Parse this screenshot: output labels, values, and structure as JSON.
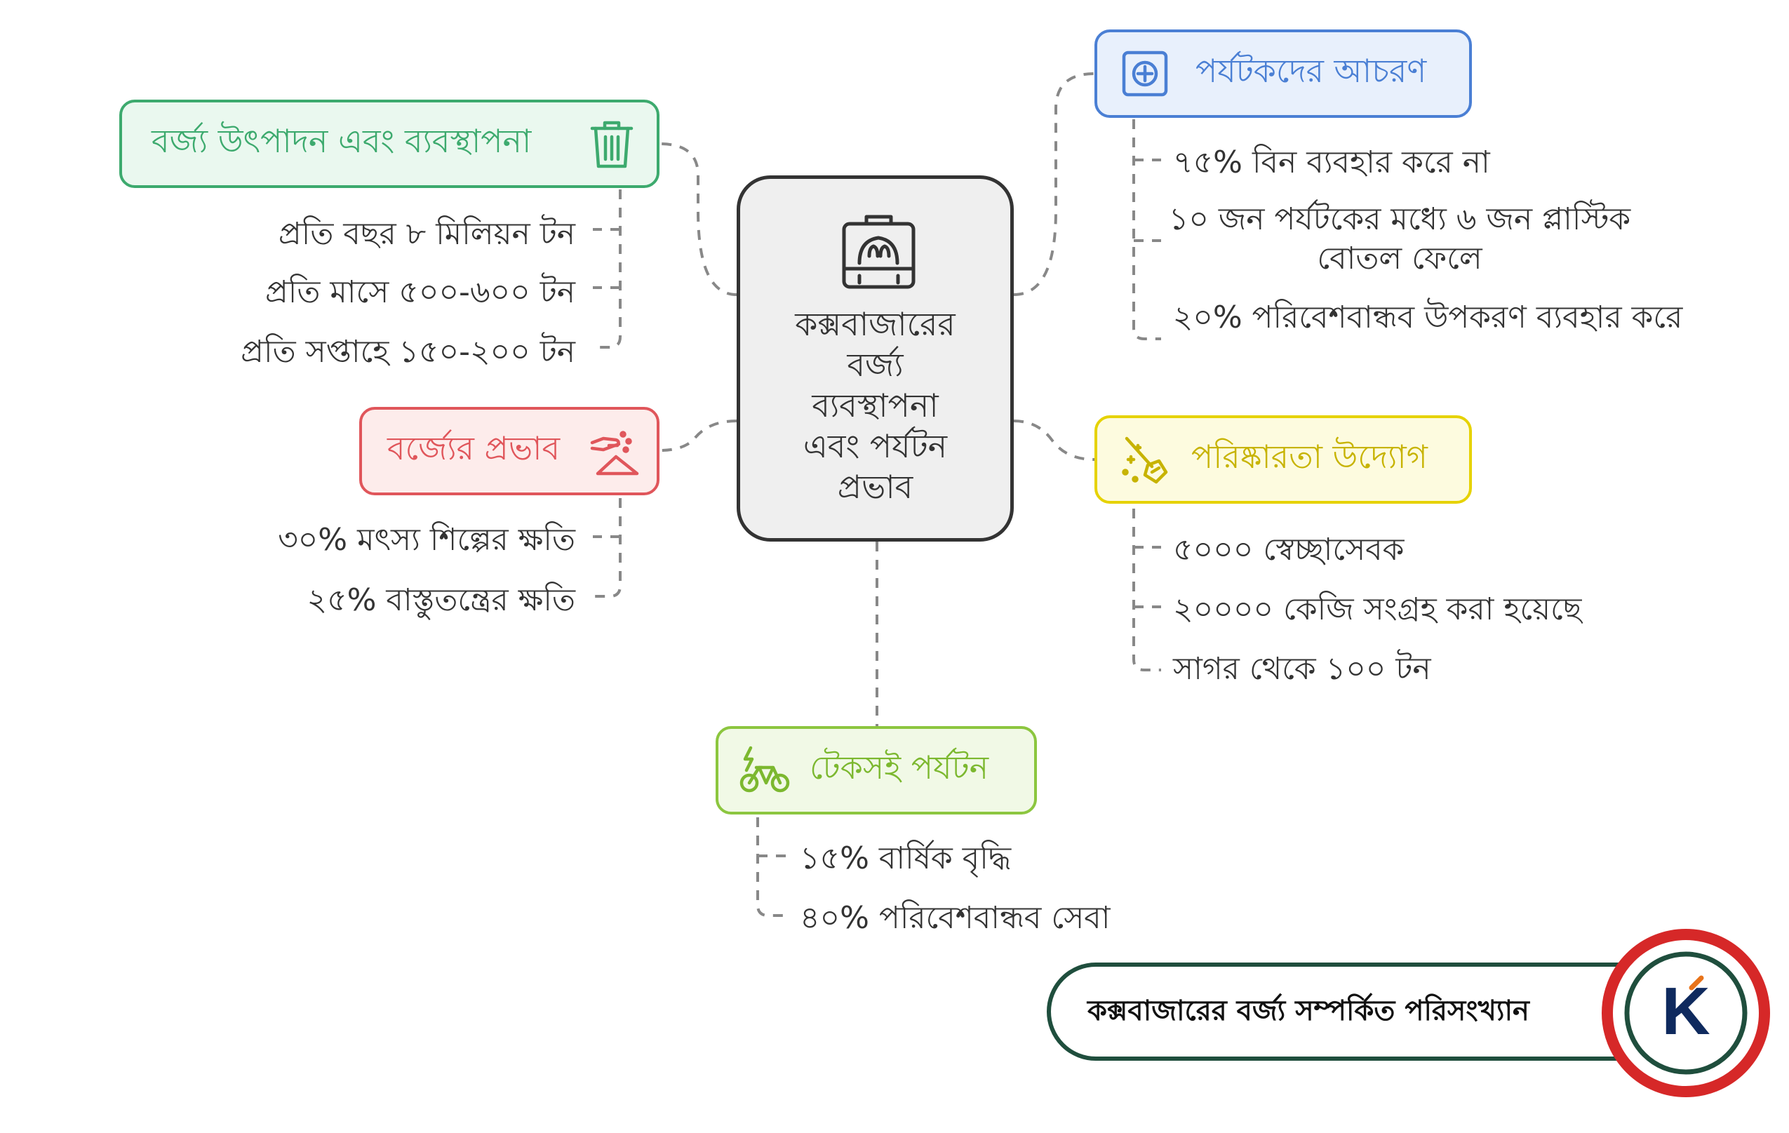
{
  "center": {
    "title_lines": [
      "কক্সবাজারের",
      "বর্জ্য",
      "ব্যবস্থাপনা",
      "এবং পর্যটন",
      "প্রভাব"
    ],
    "icon": "briefcase-icon"
  },
  "branches": {
    "waste_generation": {
      "title": "বর্জ্য উৎপাদন এবং ব্যবস্থাপনা",
      "icon": "trash-can-icon",
      "color": "#3daa6e",
      "items": [
        "প্রতি বছর ৮ মিলিয়ন টন",
        "প্রতি মাসে ৫০০-৬০০ টন",
        "প্রতি সপ্তাহে ১৫০-২০০ টন"
      ]
    },
    "waste_impact": {
      "title": "বর্জ্যের প্রভাব",
      "icon": "polluting-hand-icon",
      "color": "#e0565b",
      "items": [
        "৩০% মৎস্য শিল্পের ক্ষতি",
        "২৫% বাস্তুতন্ত্রের ক্ষতি"
      ]
    },
    "tourist_behavior": {
      "title": "পর্যটকদের আচরণ",
      "icon": "plus-box-icon",
      "color": "#4a7fd4",
      "items": [
        "৭৫% বিন ব্যবহার করে না",
        "১০ জন পর্যটকের মধ্যে ৬ জন প্লাস্টিক বোতল ফেলে",
        "২০% পরিবেশবান্ধব উপকরণ ব্যবহার করে"
      ]
    },
    "cleanliness": {
      "title": "পরিষ্কারতা উদ্যোগ",
      "icon": "sparkle-broom-icon",
      "color": "#c7b300",
      "items": [
        "৫০০০ স্বেচ্ছাসেবক",
        "২০০০০ কেজি সংগ্রহ করা হয়েছে",
        "সাগর থেকে ১০০ টন"
      ]
    },
    "sustainable": {
      "title": "টেকসই পর্যটন",
      "icon": "electric-bicycle-icon",
      "color": "#7cb82f",
      "items": [
        "১৫% বার্ষিক বৃদ্ধি",
        "৪০% পরিবেশবান্ধব সেবা"
      ]
    }
  },
  "badge": {
    "text": "কক্সবাজারের বর্জ্য সম্পর্কিত পরিসংখ্যান",
    "logo_letter": "K",
    "logo_icon": "k-logo-icon",
    "ring_color": "#d62828",
    "border_color": "#1f4e3d"
  }
}
